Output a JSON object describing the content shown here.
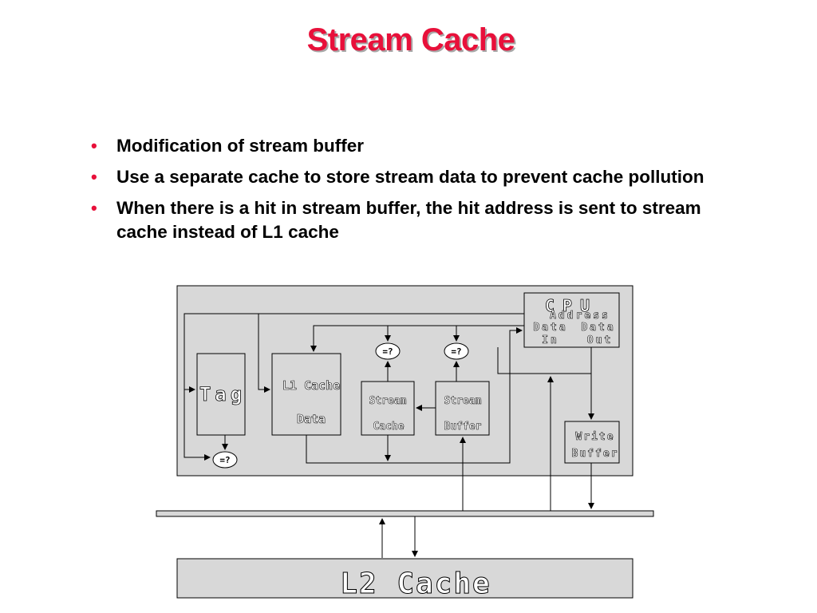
{
  "slide": {
    "title": "Stream Cache",
    "bullets": [
      "Modification of stream buffer",
      "Use a separate cache to store stream data to prevent cache pollution",
      "When there is a hit in stream buffer, the hit address is sent to stream cache instead of L1 cache"
    ]
  },
  "diagram": {
    "cpu": {
      "title": "CPU",
      "address": "Address",
      "data_in_1": "Data",
      "data_in_2": "In",
      "data_out_1": "Data",
      "data_out_2": "Out"
    },
    "tag": "Tag",
    "l1": {
      "line1": "L1 Cache",
      "line2": "Data"
    },
    "stream_cache": {
      "line1": "Stream",
      "line2": "Cache"
    },
    "stream_buffer": {
      "line1": "Stream",
      "line2": "Buffer"
    },
    "write_buffer": {
      "line1": "Write",
      "line2": "Buffer"
    },
    "comparator": "=?",
    "l2": "L2 Cache",
    "colors": {
      "panel": "#d8d8d8",
      "box": "#d8d8d8",
      "line": "#000000",
      "l2": "#d8d8d8"
    }
  }
}
